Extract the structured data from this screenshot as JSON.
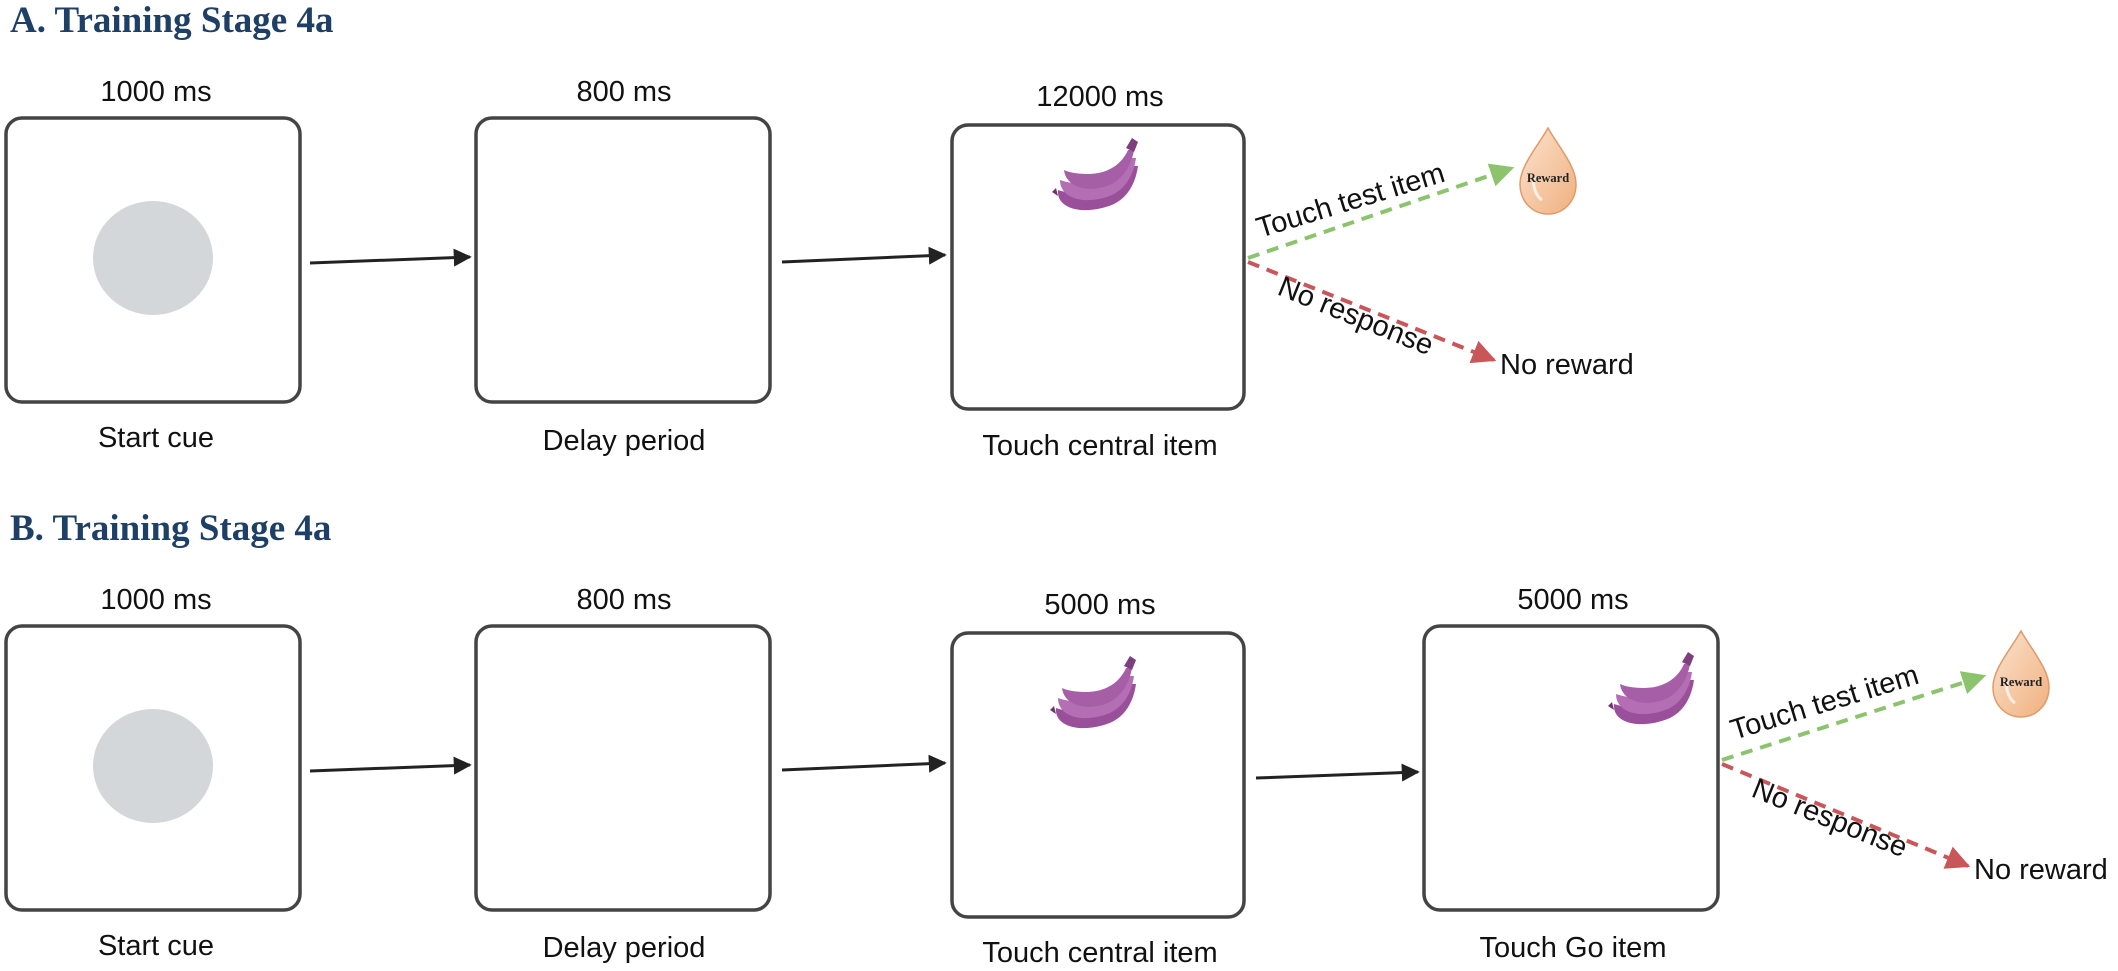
{
  "panel_a": {
    "title": "A. Training Stage 4a",
    "steps": [
      {
        "duration": "1000 ms",
        "caption": "Start cue"
      },
      {
        "duration": "800 ms",
        "caption": "Delay period"
      },
      {
        "duration": "12000 ms",
        "caption": "Touch central item"
      }
    ],
    "outcome_yes": {
      "action": "Touch test item",
      "result": "Reward"
    },
    "outcome_no": {
      "action": "No response",
      "result": "No reward"
    }
  },
  "panel_b": {
    "title": "B. Training Stage 4a",
    "steps": [
      {
        "duration": "1000 ms",
        "caption": "Start cue"
      },
      {
        "duration": "800 ms",
        "caption": "Delay period"
      },
      {
        "duration": "5000 ms",
        "caption": "Touch central item"
      },
      {
        "duration": "5000 ms",
        "caption": "Touch Go item"
      }
    ],
    "outcome_yes": {
      "action": "Touch test item",
      "result": "Reward"
    },
    "outcome_no": {
      "action": "No response",
      "result": "No reward"
    }
  },
  "colors": {
    "title": "#1e3f66",
    "cue_circle": "#d4d7da",
    "success_arrow": "#8cc46e",
    "failure_arrow": "#c9575a",
    "banana": "#a65fa6",
    "reward_drop": "#f4c29a"
  }
}
